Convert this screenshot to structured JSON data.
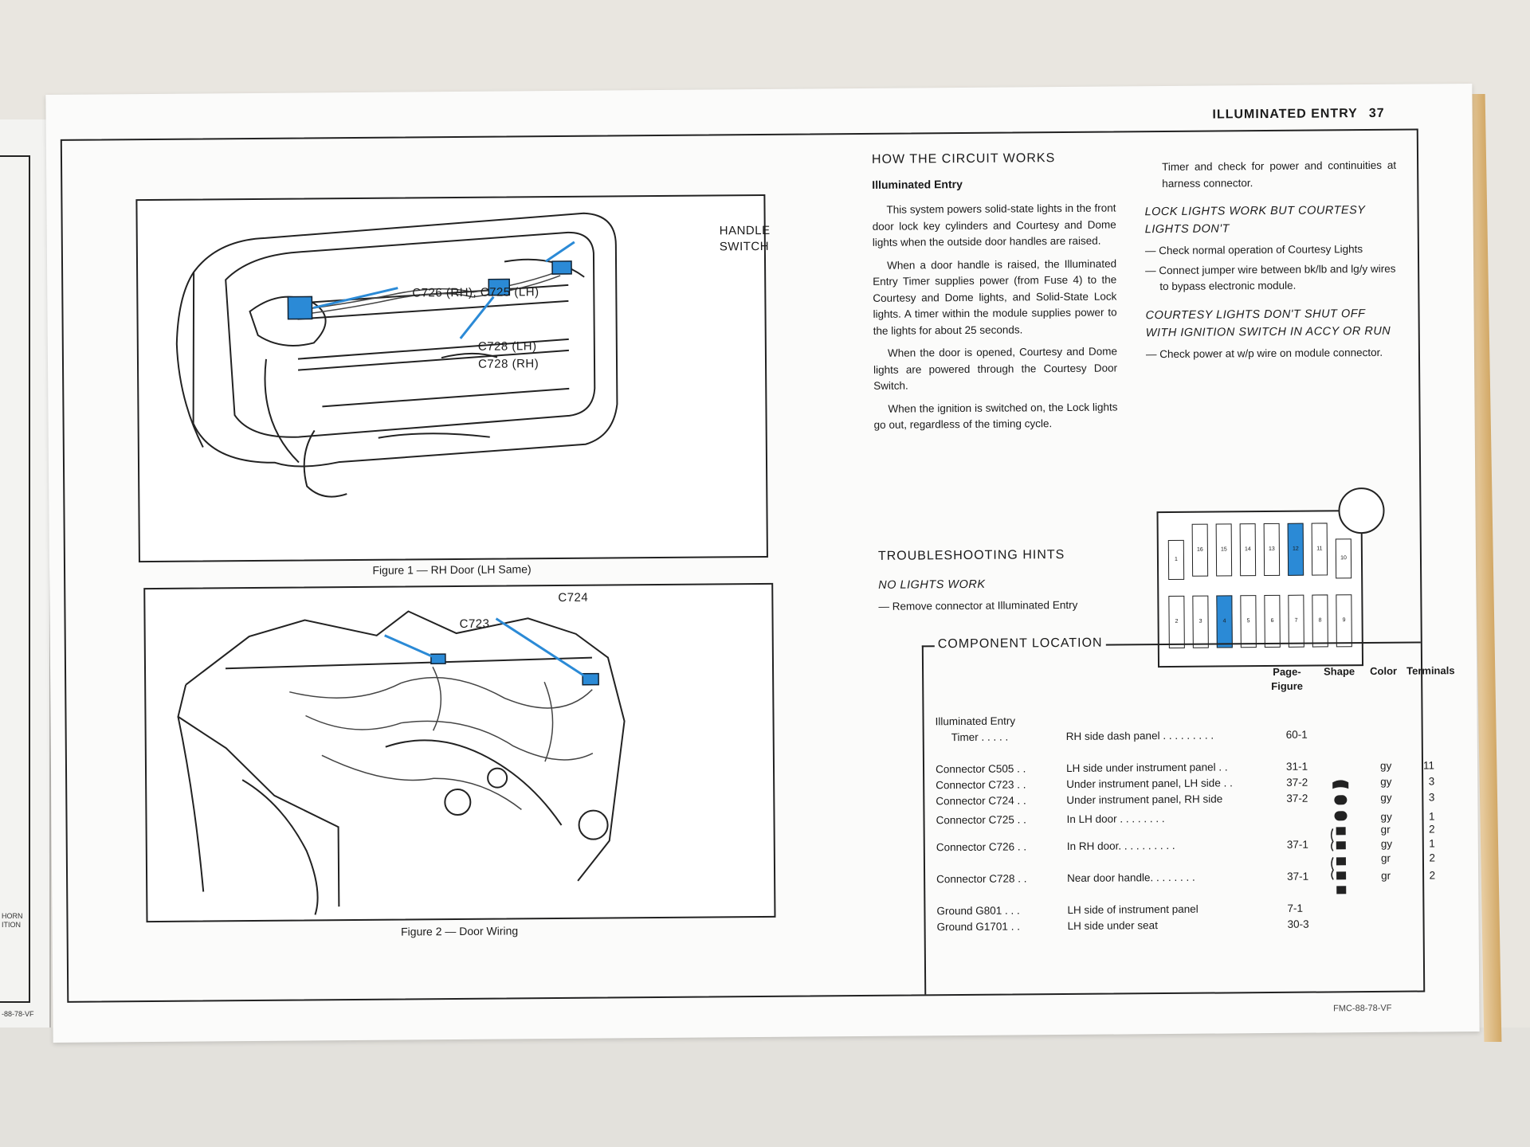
{
  "header": {
    "section": "ILLUMINATED ENTRY",
    "page_number": "37"
  },
  "figure1": {
    "caption": "Figure 1 — RH Door (LH Same)",
    "callouts": {
      "handle_switch_1": "HANDLE",
      "handle_switch_2": "SWITCH",
      "c726_c725": "C726 (RH), C725 (LH)",
      "c728_lh": "C728 (LH)",
      "c728_rh": "C728 (RH)"
    }
  },
  "figure2": {
    "caption": "Figure 2 — Door Wiring",
    "callouts": {
      "c723": "C723",
      "c724": "C724"
    }
  },
  "how_it_works": {
    "title": "HOW THE CIRCUIT WORKS",
    "subtitle": "Illuminated Entry",
    "p1": "This system powers solid-state lights in the front door lock key cylinders and Courtesy and Dome lights when the outside door handles are raised.",
    "p2": "When a door handle is raised, the Illuminated Entry Timer supplies power (from Fuse 4) to the Courtesy and Dome lights, and Solid-State Lock lights. A timer within the module supplies power to the lights for about 25 seconds.",
    "p3": "When the door is opened, Courtesy and Dome lights are powered through the Courtesy Door Switch.",
    "p4": "When the ignition is switched on, the Lock lights go out, regardless of the timing cycle."
  },
  "troubleshooting": {
    "title": "TROUBLESHOOTING HINTS",
    "no_lights_head": "NO LIGHTS WORK",
    "no_lights_item": "— Remove connector at Illuminated Entry",
    "continued": "Timer and check for power and continuities at harness connector.",
    "lock_head": "LOCK LIGHTS WORK BUT COURTESY LIGHTS DON'T",
    "lock_item1": "— Check normal operation of Courtesy Lights",
    "lock_item2": "— Connect jumper wire between bk/lb and lg/y wires to bypass electronic module.",
    "shutoff_head": "COURTESY LIGHTS DON'T SHUT OFF WITH IGNITION SWITCH IN ACCY OR RUN",
    "shutoff_item": "— Check power at w/p wire on module connector."
  },
  "fusebox": {
    "top_row": [
      "1",
      "16",
      "15",
      "14",
      "13",
      "12",
      "11",
      "10"
    ],
    "bottom_row": [
      "2",
      "3",
      "4",
      "5",
      "6",
      "7",
      "8",
      "9"
    ],
    "highlighted": [
      "12",
      "4"
    ],
    "highlight_color": "#2b8ad6"
  },
  "component_location": {
    "title": "COMPONENT LOCATION",
    "columns": {
      "page_figure_1": "Page-",
      "page_figure_2": "Figure",
      "shape": "Shape",
      "color": "Color",
      "terminals": "Terminals"
    },
    "rows": [
      {
        "name": "Illuminated Entry",
        "location": "",
        "page": "",
        "color": "",
        "terminals": ""
      },
      {
        "name": "Timer . . . . .",
        "location": "RH side dash panel . . . . . . . . .",
        "page": "60-1",
        "color": "",
        "terminals": ""
      },
      {
        "name": "Connector C505 . .",
        "location": "LH side under instrument panel . .",
        "page": "31-1",
        "color": "gy",
        "terminals": "11"
      },
      {
        "name": "Connector C723 . .",
        "location": "Under instrument panel, LH side . .",
        "page": "37-2",
        "color": "gy",
        "terminals": "3"
      },
      {
        "name": "Connector C724 . .",
        "location": "Under instrument panel, RH side",
        "page": "37-2",
        "color": "gy",
        "terminals": "3"
      },
      {
        "name": "Connector C725 . .",
        "location": "In LH door . . . . . . . .",
        "page": "",
        "color": "gy",
        "terminals": "1"
      },
      {
        "name": "",
        "location": "",
        "page": "",
        "color": "gr",
        "terminals": "2"
      },
      {
        "name": "Connector C726 . .",
        "location": "In RH door. . . . . . . . . .",
        "page": "37-1",
        "color": "gy",
        "terminals": "1"
      },
      {
        "name": "",
        "location": "",
        "page": "",
        "color": "gr",
        "terminals": "2"
      },
      {
        "name": "Connector C728 . .",
        "location": "Near door handle. . . . . . . .",
        "page": "37-1",
        "color": "gr",
        "terminals": "2"
      },
      {
        "name": "Ground G801 . . .",
        "location": "LH side of instrument panel",
        "page": "7-1",
        "color": "",
        "terminals": ""
      },
      {
        "name": "Ground G1701 . .",
        "location": "LH side under seat",
        "page": "30-3",
        "color": "",
        "terminals": ""
      }
    ]
  },
  "footer": "FMC-88-78-VF",
  "left_page": {
    "label1": "HORN",
    "label2": "ITION",
    "footer": "-88-78-VF"
  }
}
